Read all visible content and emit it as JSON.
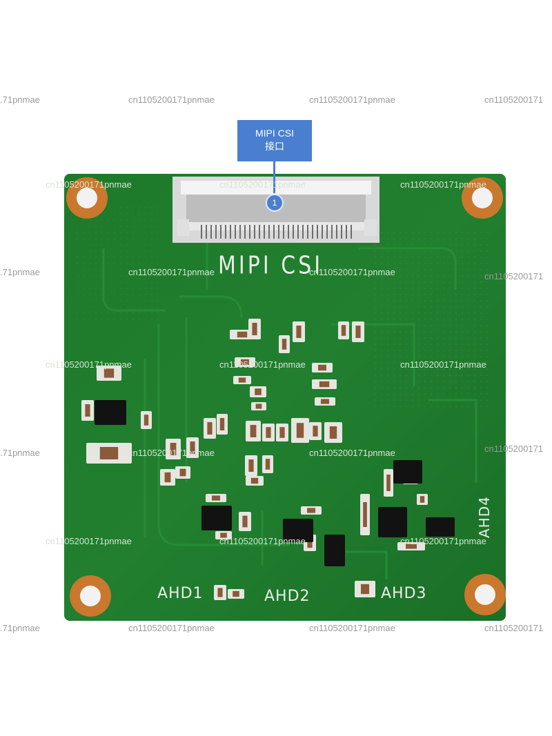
{
  "callout": {
    "title": "MIPI CSI",
    "subtitle": "接口",
    "marker": "1",
    "color": "#4a7fd0"
  },
  "board": {
    "color": "#1f7a2c",
    "silkscreen": {
      "mipi": "MIPI CSI",
      "ahd1": "AHD1",
      "ahd2": "AHD2",
      "ahd3": "AHD3",
      "ahd4": "AHD4"
    }
  },
  "watermark": {
    "text": "cn1105200171pnmae",
    "partial": ".71pnmae",
    "partial_right": "cn1105200171"
  }
}
